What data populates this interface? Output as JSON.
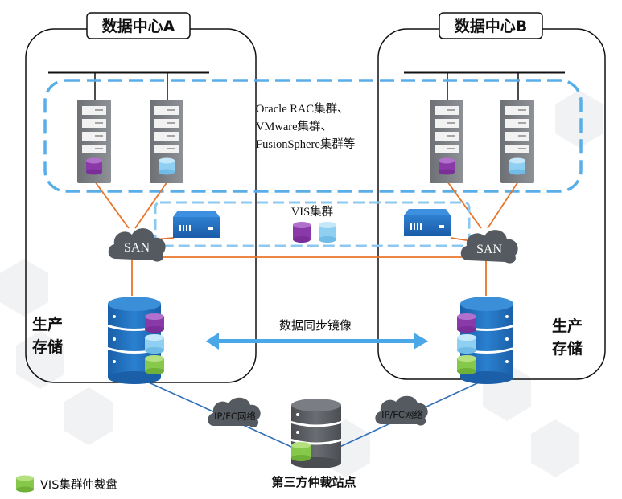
{
  "datacenter_a": {
    "title": "数据中心A"
  },
  "datacenter_b": {
    "title": "数据中心B"
  },
  "cluster_note": {
    "lines": [
      "Oracle RAC集群、",
      "VMware集群、",
      "FusionSphere集群等"
    ]
  },
  "vis_cluster": {
    "label": "VIS集群"
  },
  "san_label": "SAN",
  "production_storage": {
    "line1": "生产",
    "line2": "存储"
  },
  "sync": {
    "label": "数据同步镜像"
  },
  "network": {
    "label": "IP/FC网络"
  },
  "third_site": {
    "label": "第三方仲裁站点"
  },
  "legend": {
    "label": "VIS集群仲裁盘"
  },
  "colors": {
    "dashed_border": "#5aaee8",
    "link_orange": "#e8742a",
    "link_blue": "#2f6fb6",
    "storage_blue": "#1f6fc0",
    "disk_purple": "#8a3aa8",
    "disk_light_blue": "#8fd0f2",
    "disk_green": "#86c94a",
    "cloud_gray": "#555a60",
    "arrow_blue": "#4aa8e8"
  }
}
